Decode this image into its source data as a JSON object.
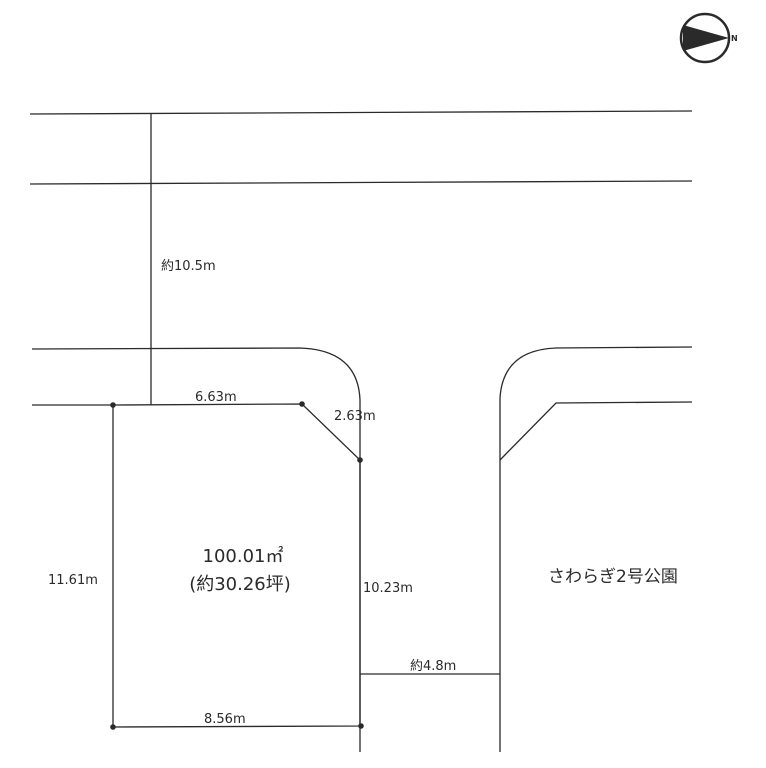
{
  "compass": {
    "icon": "north-arrow-icon",
    "label": "N"
  },
  "dimensions": {
    "road_width": "約10.5m",
    "top_edge": "6.63m",
    "corner_cut": "2.63m",
    "left_edge": "11.61m",
    "right_edge": "10.23m",
    "bottom_edge": "8.56m",
    "side_road": "約4.8m"
  },
  "lot_area": {
    "sqm": "100.01㎡",
    "tsubo": "(約30.26坪)"
  },
  "park_name": "さわらぎ2号公園",
  "colors": {
    "line": "#2a2a2a",
    "background": "#ffffff"
  }
}
